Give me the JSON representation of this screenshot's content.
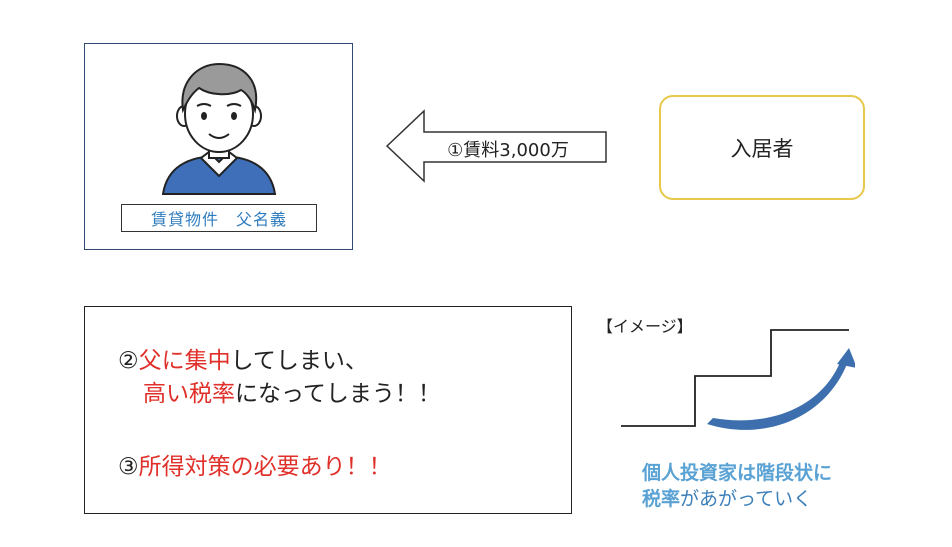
{
  "father": {
    "property_label": "賃貸物件　父名義"
  },
  "flow": {
    "rent_label": "①賃料3,000万"
  },
  "tenant": {
    "label": "入居者"
  },
  "notes": {
    "line1_prefix": "②",
    "line1_red": "父に集中",
    "line1_rest": "してしまい、",
    "line2_red": "高い税率",
    "line2_rest": "になってしまう！！",
    "line3_prefix": "③",
    "line3_red": "所得対策の必要あり！！"
  },
  "image_section": {
    "label": "【イメージ】",
    "caption_line1": "個人投資家は階段状に",
    "caption_line2_bold": "税率",
    "caption_line2_rest": "があがっていく"
  },
  "colors": {
    "accent_red": "#e0302a",
    "accent_blue": "#2f7cbf",
    "tenant_border": "#e8c84a",
    "arrow_blue": "#3d6fae"
  },
  "icons": [
    "person-illustration",
    "left-arrow",
    "stairs-graph",
    "curved-up-arrow"
  ]
}
